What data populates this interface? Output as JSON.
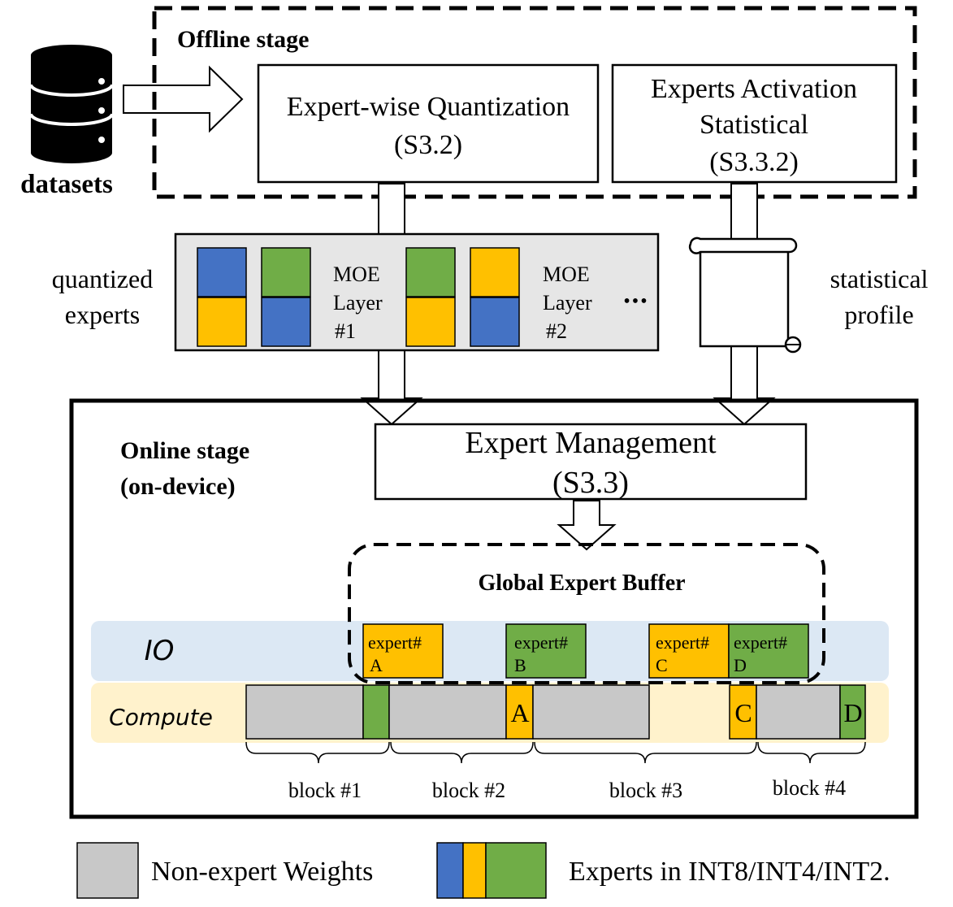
{
  "colors": {
    "blue": "#4472C4",
    "yellow": "#FFC000",
    "green": "#70AD47",
    "grey": "#C8C8C8",
    "panel_grey": "#E6E6E6",
    "io_band": "#DCE8F4",
    "compute_band": "#FFF2CC"
  },
  "datasets": {
    "label": "datasets"
  },
  "offline": {
    "title": "Offline stage",
    "quantization": {
      "line1": "Expert-wise Quantization",
      "line2": "(S3.2)"
    },
    "activation": {
      "line1": "Experts Activation",
      "line2": "Statistical",
      "line3": "(S3.3.2)"
    }
  },
  "quantized_experts": {
    "label_line1": "quantized",
    "label_line2": "experts",
    "layers": [
      {
        "line1": "MOE",
        "line2": "Layer",
        "line3": "#1",
        "experts": [
          "blue",
          "green",
          "yellow",
          "blue"
        ]
      },
      {
        "line1": "MOE",
        "line2": "Layer",
        "line3": "#2",
        "experts": [
          "green",
          "yellow",
          "yellow",
          "blue"
        ]
      }
    ],
    "ellipsis": "•••"
  },
  "statistical_profile": {
    "line1": "statistical",
    "line2": "profile"
  },
  "online": {
    "title_line1": "Online stage",
    "title_line2": "(on-device)",
    "management": {
      "line1": "Expert Management",
      "line2": "(S3.3)"
    },
    "buffer_title": "Global Expert Buffer",
    "io_label": "IO",
    "compute_label": "Compute",
    "io_experts": [
      {
        "line1": "expert#",
        "line2": "A",
        "color": "yellow"
      },
      {
        "line1": "expert#",
        "line2": "B",
        "color": "green"
      },
      {
        "line1": "expert#",
        "line2": "C",
        "color": "yellow"
      },
      {
        "line1": "expert#",
        "line2": "D",
        "color": "green"
      }
    ],
    "compute_experts": [
      {
        "label": "",
        "color": "green"
      },
      {
        "label": "A",
        "color": "yellow"
      },
      {
        "label": "C",
        "color": "yellow"
      },
      {
        "label": "D",
        "color": "green"
      }
    ],
    "blocks": [
      "block #1",
      "block #2",
      "block #3",
      "block #4"
    ]
  },
  "legend": {
    "non_expert": "Non-expert Weights",
    "experts": "Experts in INT8/INT4/INT2."
  }
}
